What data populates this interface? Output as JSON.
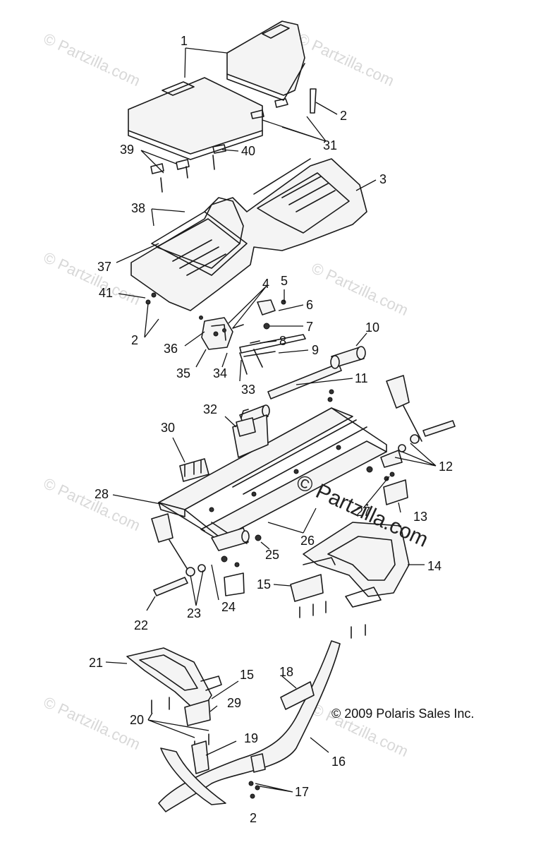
{
  "copyright": "© 2009 Polaris Sales Inc.",
  "watermark": "© Partzilla.com",
  "center_watermark": "© Partzilla.com",
  "callouts": [
    {
      "id": "c1",
      "text": "1"
    },
    {
      "id": "c2a",
      "text": "2"
    },
    {
      "id": "c31",
      "text": "31"
    },
    {
      "id": "c39",
      "text": "39"
    },
    {
      "id": "c40",
      "text": "40"
    },
    {
      "id": "c3",
      "text": "3"
    },
    {
      "id": "c38",
      "text": "38"
    },
    {
      "id": "c37",
      "text": "37"
    },
    {
      "id": "c41",
      "text": "41"
    },
    {
      "id": "c4",
      "text": "4"
    },
    {
      "id": "c5",
      "text": "5"
    },
    {
      "id": "c6",
      "text": "6"
    },
    {
      "id": "c7",
      "text": "7"
    },
    {
      "id": "c8",
      "text": "8"
    },
    {
      "id": "c9",
      "text": "9"
    },
    {
      "id": "c10",
      "text": "10"
    },
    {
      "id": "c2b",
      "text": "2"
    },
    {
      "id": "c36",
      "text": "36"
    },
    {
      "id": "c35",
      "text": "35"
    },
    {
      "id": "c34",
      "text": "34"
    },
    {
      "id": "c33",
      "text": "33"
    },
    {
      "id": "c11",
      "text": "11"
    },
    {
      "id": "c32",
      "text": "32"
    },
    {
      "id": "c30",
      "text": "30"
    },
    {
      "id": "c12",
      "text": "12"
    },
    {
      "id": "c27",
      "text": "27"
    },
    {
      "id": "c13",
      "text": "13"
    },
    {
      "id": "c28",
      "text": "28"
    },
    {
      "id": "c26",
      "text": "26"
    },
    {
      "id": "c25",
      "text": "25"
    },
    {
      "id": "c14",
      "text": "14"
    },
    {
      "id": "c15a",
      "text": "15"
    },
    {
      "id": "c23",
      "text": "23"
    },
    {
      "id": "c24",
      "text": "24"
    },
    {
      "id": "c22",
      "text": "22"
    },
    {
      "id": "c21",
      "text": "21"
    },
    {
      "id": "c15b",
      "text": "15"
    },
    {
      "id": "c18",
      "text": "18"
    },
    {
      "id": "c29",
      "text": "29"
    },
    {
      "id": "c20",
      "text": "20"
    },
    {
      "id": "c19",
      "text": "19"
    },
    {
      "id": "c16",
      "text": "16"
    },
    {
      "id": "c17",
      "text": "17"
    },
    {
      "id": "c2c",
      "text": "2"
    }
  ]
}
